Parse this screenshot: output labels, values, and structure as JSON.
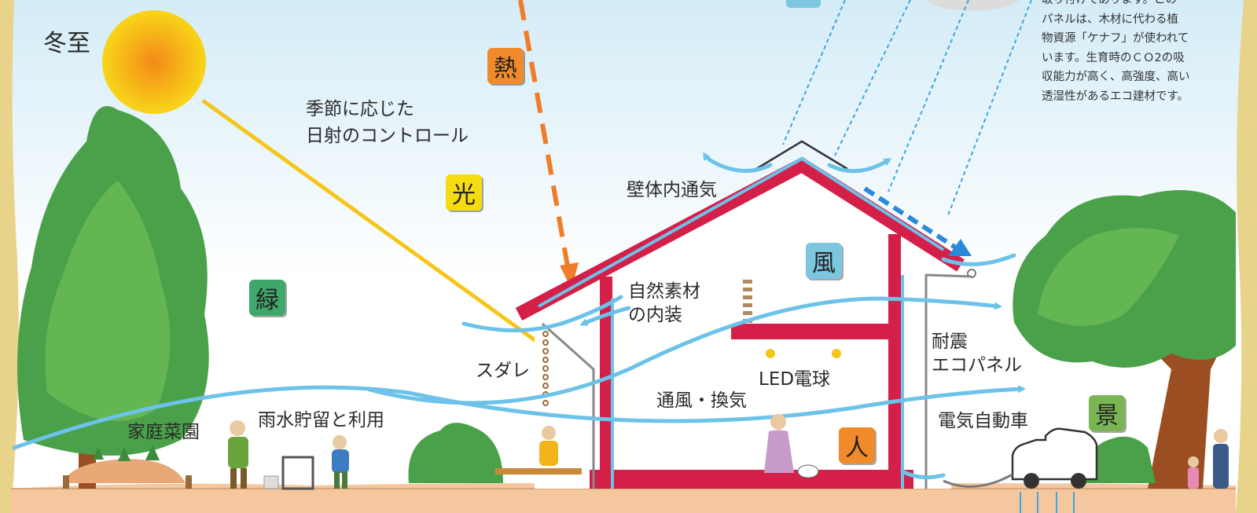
{
  "labels": {
    "winter_solstice": "冬至",
    "seasonal_control_1": "季節に応じた",
    "seasonal_control_2": "日射のコントロール",
    "wall_ventilation": "壁体内通気",
    "natural_materials_1": "自然素材",
    "natural_materials_2": "の内装",
    "sudare": "スダレ",
    "led_bulb": "LED電球",
    "ventilation": "通風・換気",
    "quake_panel_1": "耐震",
    "quake_panel_2": "エコパネル",
    "ev": "電気自動車",
    "kitchen_garden": "家庭菜園",
    "rainwater": "雨水貯留と利用"
  },
  "elements": {
    "heat": {
      "label": "熱",
      "color": "#f08a2a"
    },
    "light": {
      "label": "光",
      "color": "#f5dc10"
    },
    "green": {
      "label": "緑",
      "color": "#3ea86a"
    },
    "wind": {
      "label": "風",
      "color": "#7cc6e0"
    },
    "people": {
      "label": "人",
      "color": "#f08a2a"
    },
    "scenery": {
      "label": "景",
      "color": "#7ab554"
    }
  },
  "note_lines": [
    "取り付けてあります。この",
    "パネルは、木材に代わる植",
    "物資源「ケナフ」が使われて",
    "います。生育時のＣＯ2の吸",
    "収能力が高く、高強度、高い",
    "透湿性があるエコ建材です。"
  ],
  "colors": {
    "sky_top": "#cfeaf6",
    "sky_bottom": "#ffffff",
    "ground": "#f4c79e",
    "house_frame": "#d41f48",
    "airflow": "#6cc2e8",
    "sun_ray": "#f5c51a",
    "heat_arrow": "#f07c28",
    "rain": "#3ba6e0",
    "tree_green": "#4aa14a",
    "trunk": "#9a4e22"
  }
}
